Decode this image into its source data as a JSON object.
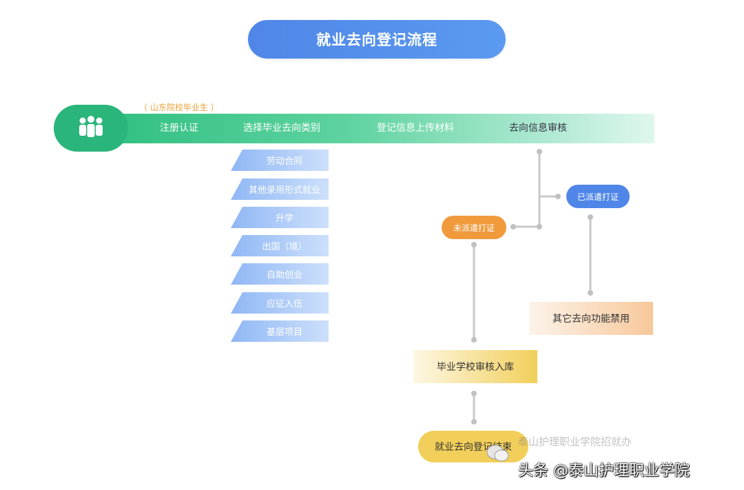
{
  "title": "就业去向登记流程",
  "subtitle": "（ 山东院校毕业生 ）",
  "steps": [
    "注册认证",
    "选择毕业去向类别",
    "登记信息上传材料",
    "去向信息审核"
  ],
  "categories": [
    "劳动合同",
    "其他录用形式就业",
    "升学",
    "出国（境）",
    "自助创业",
    "应征入伍",
    "基层项目"
  ],
  "nodes": {
    "dispatched": "已派遣打证",
    "not_dispatched": "未派遣打证",
    "disabled": "其它去向功能禁用",
    "school_review": "毕业学校审核入库",
    "end": "就业去向登记结束"
  },
  "watermark": "头条 @泰山护理职业学院",
  "watermark_faint": "泰山护理职业学院招就办",
  "colors": {
    "title_blue": "#4f86e8",
    "green": "#2ab57a",
    "orange": "#f09a3c",
    "yellow": "#f2cf5a",
    "connector": "#c8c8c8"
  },
  "icons": [
    "people-group-icon",
    "wechat-icon"
  ]
}
